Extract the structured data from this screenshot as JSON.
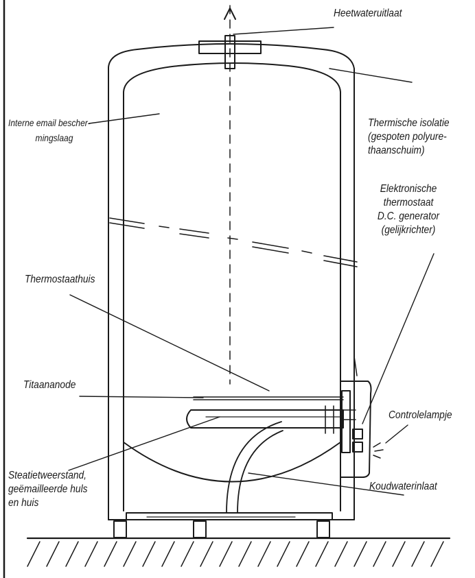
{
  "labels": {
    "hot_water_outlet": "Heetwateruitlaat",
    "thermal_insulation": [
      "Thermische isolatie",
      "(gespoten polyure-",
      "thaanschuim)"
    ],
    "internal_enamel": [
      "Interne email bescher-",
      "mingslaag"
    ],
    "electronic_thermostat": [
      "Elektronische",
      "thermostaat",
      "D.C. generator",
      "(gelijkrichter)"
    ],
    "thermostat_housing": "Thermostaathuis",
    "titanium_anode": "Titaananode",
    "control_lamp": "Controlelampje",
    "steatite_resistor": [
      "Steatietweerstand,",
      "geëmailleerde huls",
      "en huis"
    ],
    "cold_water_inlet": "Koudwaterinlaat"
  },
  "colors": {
    "ink": "#1a1a1a",
    "background": "#ffffff"
  }
}
